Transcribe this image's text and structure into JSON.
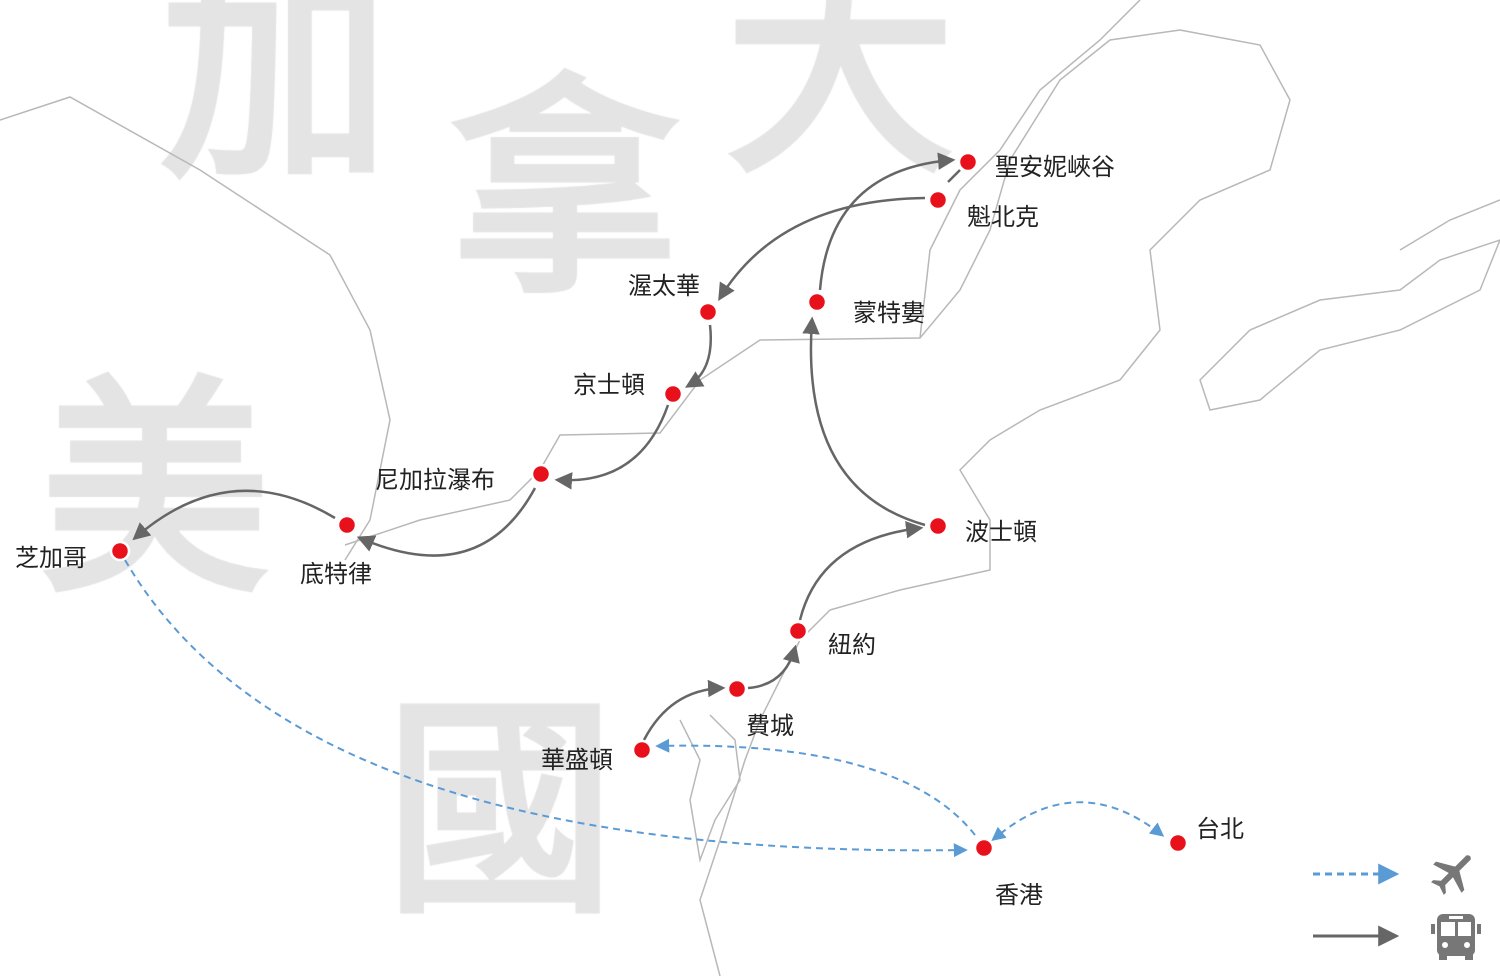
{
  "background_labels": {
    "canada": [
      "加",
      "拿",
      "大"
    ],
    "usa": [
      "美",
      "國"
    ]
  },
  "cities": {
    "sainte_anne": "聖安妮峽谷",
    "quebec": "魁北克",
    "ottawa": "渥太華",
    "montreal": "蒙特婁",
    "kingston": "京士頓",
    "niagara": "尼加拉瀑布",
    "detroit": "底特律",
    "chicago": "芝加哥",
    "boston": "波士頓",
    "new_york": "紐約",
    "philadelphia": "費城",
    "washington": "華盛頓",
    "hong_kong": "香港",
    "taipei": "台北"
  },
  "legend": [
    {
      "style": "dashed-blue-arrow",
      "icon": "airplane-icon",
      "meaning": "flight"
    },
    {
      "style": "solid-gray-arrow",
      "icon": "bus-icon",
      "meaning": "ground"
    }
  ],
  "colors": {
    "city": "#e8101a",
    "flight": "#5b9bd5",
    "ground": "#666666",
    "background_text": "#e4e4e4"
  }
}
